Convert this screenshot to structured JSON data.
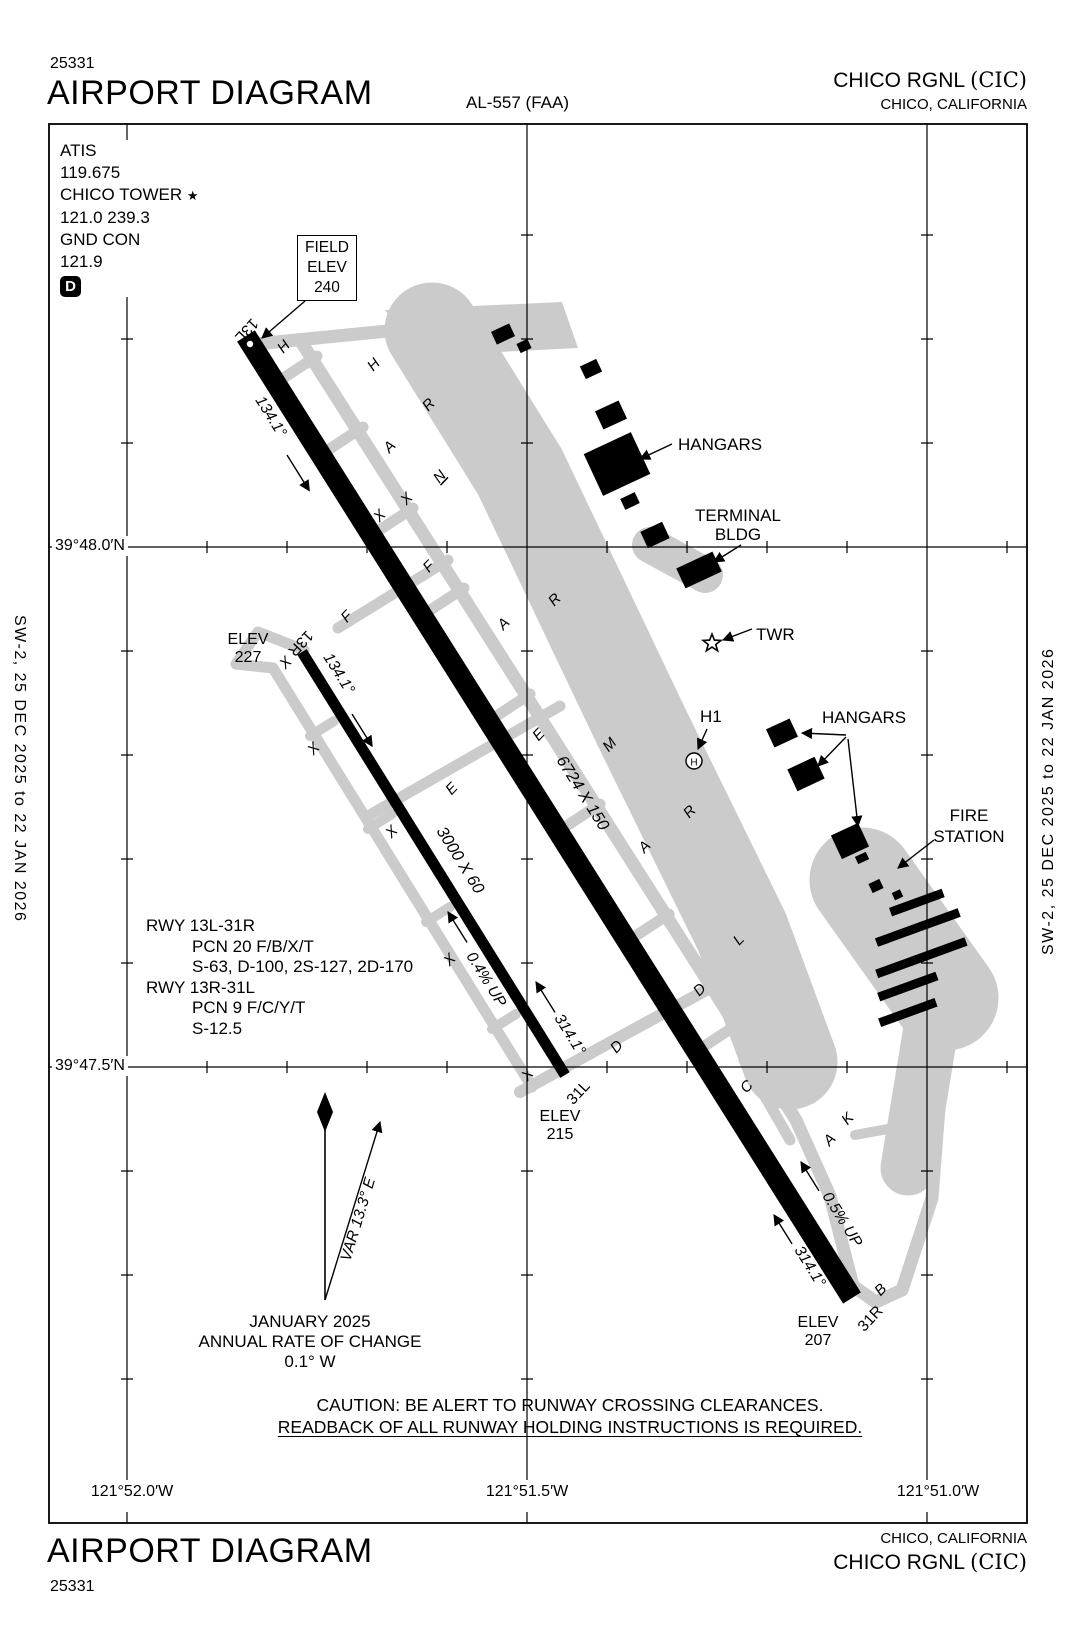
{
  "header": {
    "chart_code": "25331",
    "title": "AIRPORT DIAGRAM",
    "al": "AL-557 (FAA)",
    "airport": "CHICO RGNL ",
    "icao": "(CIC)",
    "city": "CHICO, CALIFORNIA"
  },
  "footer": {
    "chart_code": "25331",
    "title": "AIRPORT DIAGRAM",
    "airport": "CHICO RGNL ",
    "icao": "(CIC)",
    "city": "CHICO, CALIFORNIA"
  },
  "margins": {
    "left": "SW-2,  25 DEC 2025  to  22 JAN 2026",
    "right": "SW-2,  25 DEC 2025  to  22 JAN 2026"
  },
  "comms": {
    "atis_label": "ATIS",
    "atis": "119.675",
    "twr_label": "CHICO TOWER ",
    "star": "★",
    "twr": "121.0  239.3",
    "gnd_label": "GND CON",
    "gnd": "121.9",
    "d": "D"
  },
  "field_elev": {
    "l1": "FIELD",
    "l2": "ELEV",
    "l3": "240"
  },
  "rwy_data": {
    "l1": "RWY 13L-31R",
    "l2": "PCN 20 F/B/X/T",
    "l3": "S-63, D-100, 2S-127, 2D-170",
    "l4": "RWY 13R-31L",
    "l5": "PCN 9 F/C/Y/T",
    "l6": "S-12.5"
  },
  "variation": {
    "label": "VAR 13.3° E",
    "month": "JANUARY 2025",
    "rate1": "ANNUAL RATE OF CHANGE",
    "rate2": "0.1° W"
  },
  "caution": {
    "l1": "CAUTION: BE ALERT TO RUNWAY CROSSING CLEARANCES.",
    "l2": "READBACK OF ALL RUNWAY HOLDING INSTRUCTIONS IS REQUIRED."
  },
  "graticule": {
    "lat1": "39°48.0′N",
    "lat2": "39°47.5′N",
    "lon1": "121°52.0′W",
    "lon2": "121°51.5′W",
    "lon3": "121°51.0′W"
  },
  "runways": {
    "r13l": "13L",
    "r13r": "13R",
    "r31l": "31L",
    "r31r": "31R",
    "hdg13a": "134.1°",
    "hdg13b": "134.1°",
    "hdg31a": "314.1°",
    "hdg31b": "314.1°",
    "dims1": "6724 X 150",
    "dims2": "3000 X 60",
    "grad1": "0.4% UP",
    "grad2": "0.5% UP"
  },
  "elevations": {
    "e1a": "ELEV",
    "e1b": "227",
    "e2a": "ELEV",
    "e2b": "215",
    "e3a": "ELEV",
    "e3b": "207"
  },
  "facilities": {
    "hangars1": "HANGARS",
    "terminal1": "TERMINAL",
    "terminal2": "BLDG",
    "twr": "TWR",
    "h1": "H1",
    "h1_sym": "H",
    "hangars2": "HANGARS",
    "fire1": "FIRE",
    "fire2": "STATION"
  },
  "taxi_letters": [
    "H",
    "H",
    "R",
    "A",
    "N",
    "X",
    "X",
    "F",
    "F",
    "R",
    "A",
    "X",
    "E",
    "M",
    "X",
    "E",
    "R",
    "A",
    "X",
    "X",
    "L",
    "D",
    "D",
    "X",
    "C",
    "K",
    "A",
    "B"
  ]
}
